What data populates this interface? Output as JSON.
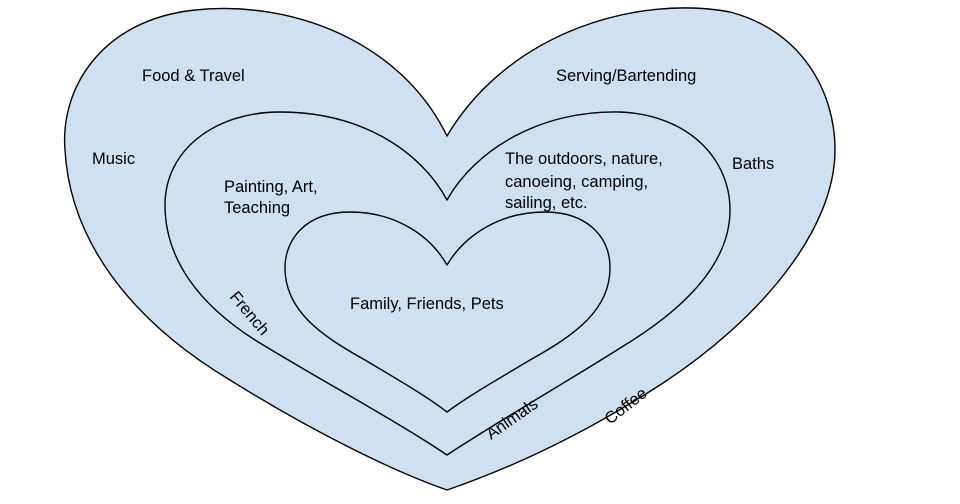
{
  "diagram": {
    "outer_ring": {
      "food_travel": "Food & Travel",
      "serving": "Serving/Bartending",
      "music": "Music",
      "baths": "Baths",
      "french": "French",
      "animals": "Animals",
      "coffee": "Coffee"
    },
    "middle_ring": {
      "painting_line1": "Painting, Art,",
      "painting_line2": "Teaching",
      "outdoors_line1": "The outdoors, nature,",
      "outdoors_line2": "canoeing, camping,",
      "outdoors_line3": "sailing, etc."
    },
    "inner_heart": {
      "core": "Family, Friends, Pets"
    }
  },
  "colors": {
    "heart_fill": "#cfe0f1",
    "outline": "#000000",
    "background": "#ffffff"
  }
}
